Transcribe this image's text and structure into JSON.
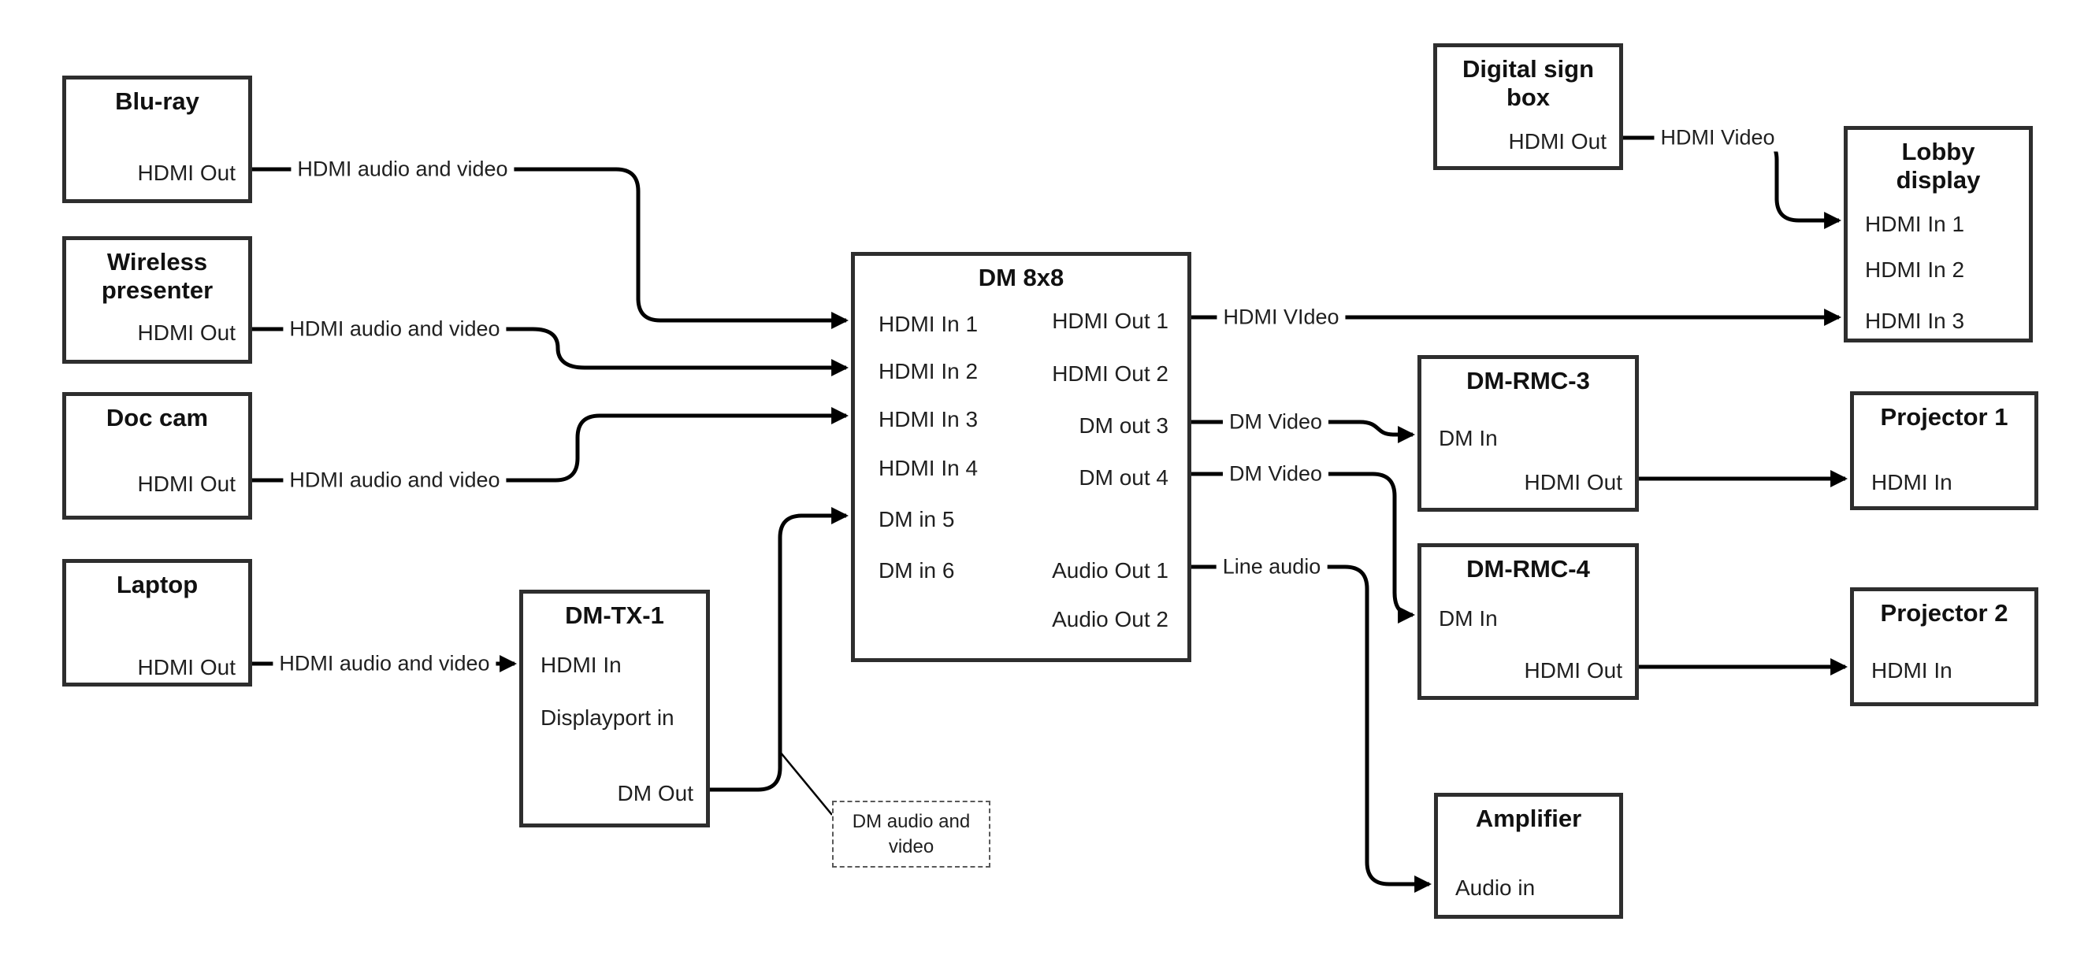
{
  "canvas": {
    "background": "#ffffff",
    "line_color": "#000000",
    "box_border_color": "#2e2e2e",
    "note_border_color": "#595959",
    "text_color": "#1a1a1a"
  },
  "boxes": [
    {
      "id": "bluray",
      "title": "Blu-ray",
      "ports": [
        "HDMI Out"
      ]
    },
    {
      "id": "wireless",
      "title": "Wireless presenter",
      "ports": [
        "HDMI Out"
      ]
    },
    {
      "id": "doccam",
      "title": "Doc cam",
      "ports": [
        "HDMI Out"
      ]
    },
    {
      "id": "laptop",
      "title": "Laptop",
      "ports": [
        "HDMI Out"
      ]
    },
    {
      "id": "dmtx1",
      "title": "DM-TX-1",
      "ports": [
        "HDMI In",
        "Displayport in",
        "DM Out"
      ]
    },
    {
      "id": "dm8x8",
      "title": "DM 8x8",
      "ports": [
        "HDMI In 1",
        "HDMI In 2",
        "HDMI In 3",
        "HDMI In 4",
        "DM in 5",
        "DM in 6",
        "HDMI Out 1",
        "HDMI Out 2",
        "DM out 3",
        "DM out 4",
        "Audio Out 1",
        "Audio Out 2"
      ]
    },
    {
      "id": "digitalsign",
      "title": "Digital sign box",
      "ports": [
        "HDMI Out"
      ]
    },
    {
      "id": "lobby",
      "title": "Lobby display",
      "ports": [
        "HDMI In 1",
        "HDMI In 2",
        "HDMI In 3"
      ]
    },
    {
      "id": "dmrmc3",
      "title": "DM-RMC-3",
      "ports": [
        "DM In",
        "HDMI Out"
      ]
    },
    {
      "id": "proj1",
      "title": "Projector 1",
      "ports": [
        "HDMI In"
      ]
    },
    {
      "id": "dmrmc4",
      "title": "DM-RMC-4",
      "ports": [
        "DM In",
        "HDMI Out"
      ]
    },
    {
      "id": "proj2",
      "title": "Projector 2",
      "ports": [
        "HDMI In"
      ]
    },
    {
      "id": "amplifier",
      "title": "Amplifier",
      "ports": [
        "Audio in"
      ]
    }
  ],
  "connectors": [
    {
      "id": "bluray-to-dm8x8-in1",
      "label": "HDMI audio and video",
      "from": "Blu-ray HDMI Out",
      "to": "DM 8x8 HDMI In 1"
    },
    {
      "id": "wireless-to-dm8x8-in2",
      "label": "HDMI audio and video",
      "from": "Wireless presenter HDMI Out",
      "to": "DM 8x8 HDMI In 2"
    },
    {
      "id": "doccam-to-dm8x8-in3",
      "label": "HDMI audio and video",
      "from": "Doc cam HDMI Out",
      "to": "DM 8x8 HDMI In 3"
    },
    {
      "id": "laptop-to-dmtx1",
      "label": "HDMI audio and video",
      "from": "Laptop HDMI Out",
      "to": "DM-TX-1 HDMI In"
    },
    {
      "id": "dmtx1-to-dm8x8-in5",
      "label": "",
      "from": "DM-TX-1 DM Out",
      "to": "DM 8x8 DM in 5"
    },
    {
      "id": "dm8x8-out1-to-lobby-in3",
      "label": "HDMI VIdeo",
      "from": "DM 8x8 HDMI Out 1",
      "to": "Lobby display HDMI In 3"
    },
    {
      "id": "digitalsign-to-lobby-in1",
      "label": "HDMI Video",
      "from": "Digital sign box HDMI Out",
      "to": "Lobby display HDMI In 1"
    },
    {
      "id": "dm8x8-out3-to-dmrmc3",
      "label": "DM Video",
      "from": "DM 8x8 DM out 3",
      "to": "DM-RMC-3 DM In"
    },
    {
      "id": "dm8x8-out4-to-dmrmc4",
      "label": "DM Video",
      "from": "DM 8x8 DM out 4",
      "to": "DM-RMC-4 DM In"
    },
    {
      "id": "dmrmc3-to-proj1",
      "label": "",
      "from": "DM-RMC-3 HDMI Out",
      "to": "Projector 1 HDMI In"
    },
    {
      "id": "dmrmc4-to-proj2",
      "label": "",
      "from": "DM-RMC-4 HDMI Out",
      "to": "Projector 2 HDMI In"
    },
    {
      "id": "dm8x8-audio1-to-amplifier",
      "label": "Line audio",
      "from": "DM 8x8 Audio Out 1",
      "to": "Amplifier Audio in"
    }
  ],
  "note": {
    "text": "DM audio and video"
  }
}
